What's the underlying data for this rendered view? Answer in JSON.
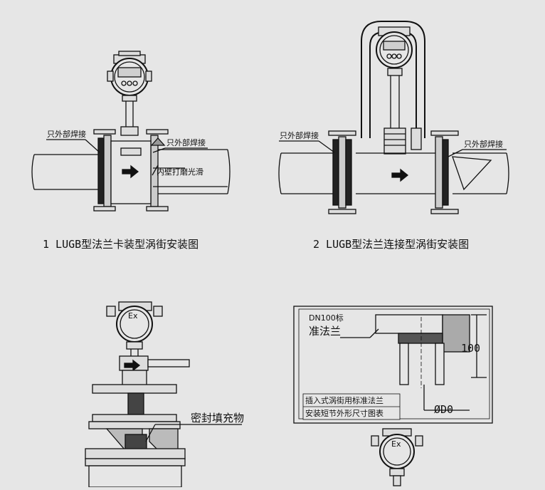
{
  "figure1": {
    "caption": "1 LUGB型法兰卡装型涡街安装图",
    "label_left_weld": "只外部焊接",
    "label_right_weld": "只外部焊接",
    "label_polish": "内壁打磨光滑"
  },
  "figure2": {
    "caption": "2 LUGB型法兰连接型涡街安装图",
    "label_left_weld": "只外部焊接",
    "label_right_weld": "只外部焊接"
  },
  "figure3": {
    "label_ex": "Ex",
    "label_seal": "密封填充物"
  },
  "figure4": {
    "label_dn_line1": "DN100标",
    "label_dn_line2": "准法兰",
    "label_dim_100": "100",
    "label_phi_d0": "ØD0",
    "note_line1": "插入式涡街用标准法兰",
    "note_line2": "安装短节外形尺寸图表",
    "label_ex": "Ex"
  }
}
